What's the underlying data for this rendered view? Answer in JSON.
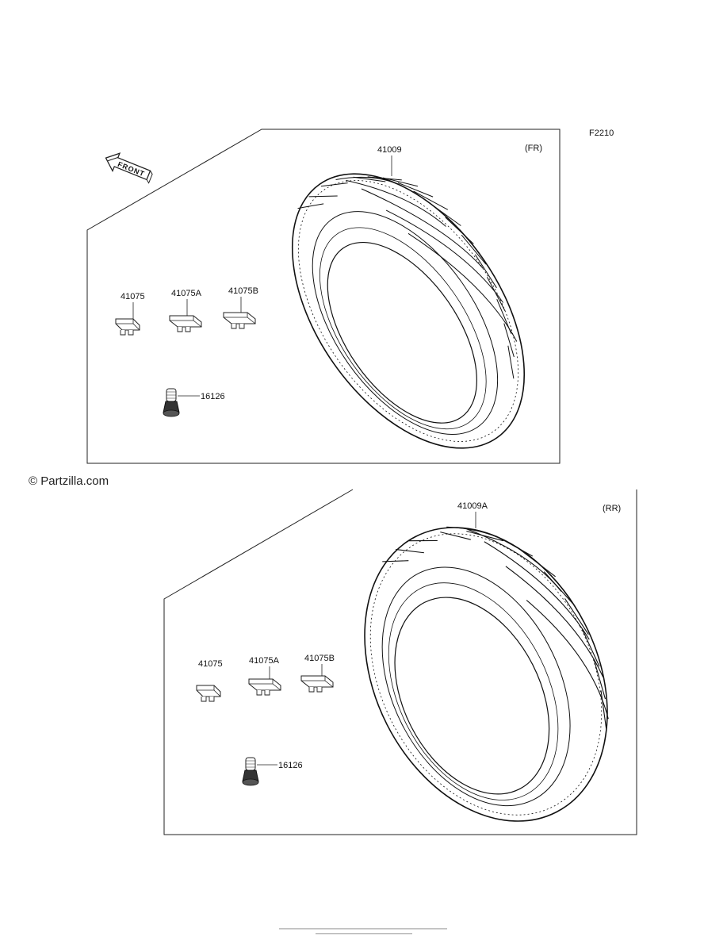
{
  "figure_code": "F2210",
  "watermark": "© Partzilla.com",
  "front_arrow_label": "FRONT",
  "front_assembly": {
    "position_label": "(FR)",
    "tire_part": "41009",
    "weights": [
      "41075",
      "41075A",
      "41075B"
    ],
    "valve_part": "16126"
  },
  "rear_assembly": {
    "position_label": "(RR)",
    "tire_part": "41009A",
    "weights": [
      "41075",
      "41075A",
      "41075B"
    ],
    "valve_part": "16126"
  }
}
